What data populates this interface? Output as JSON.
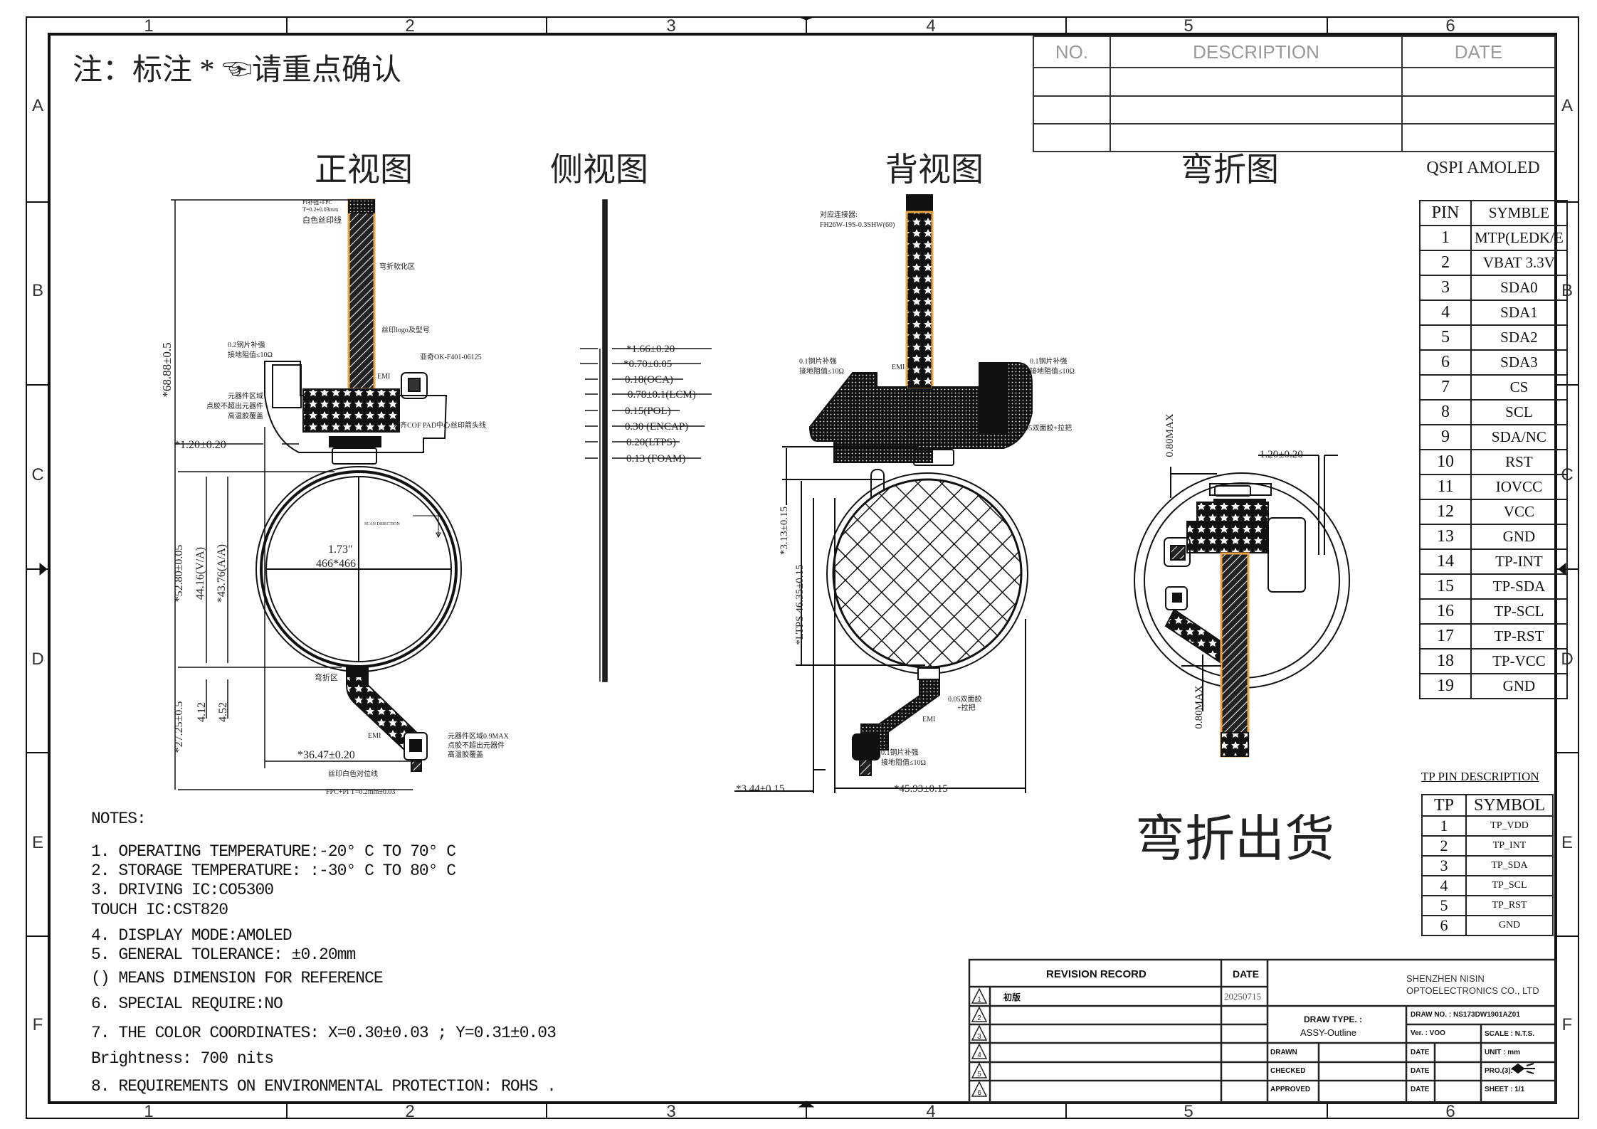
{
  "frame": {
    "columns": [
      "1",
      "2",
      "3",
      "4",
      "5",
      "6"
    ],
    "rows": [
      "A",
      "B",
      "C",
      "D",
      "E",
      "F"
    ]
  },
  "header_note": "注：标注 * ☜请重点确认",
  "revision_table": {
    "headers": [
      "NO.",
      "DESCRIPTION",
      "DATE"
    ]
  },
  "views": {
    "front": "正视图",
    "side": "侧视图",
    "back": "背视图",
    "bent": "弯折图"
  },
  "front_labels": {
    "overall_height": "*68.88±0.5",
    "pi_stiffener": "PI补强+FPC",
    "pi_thickness": "T=0.2±0.03mm",
    "white_silk": "白色丝印线",
    "bend_soft": "弯折软化区",
    "silk_logo": "丝印logo及型号",
    "steel_stiffener": "0.2钢片补强",
    "ground_resist": "接地阻值≤10Ω",
    "connector": "亚奇OK-F401-06125",
    "emi_top": "EMI",
    "component_area_1": "元器件区域",
    "component_area_2": "点胶不超出元器件",
    "component_area_3": "高温胶覆盖",
    "cof_align": "对齐COF PAD中心丝印箭头线",
    "offset": "*1.20±0.20",
    "scan_direction": "SCAN DIRECTION",
    "diagonal": "1.73″",
    "resolution": "466*466",
    "outline_height": "*52.80±0.05",
    "va": "44.16(V/A)",
    "aa": "*43.76(A/A)",
    "bend_zone": "弯折区",
    "tail_height": "*27.25±0.5",
    "dim_412": "4.12",
    "dim_452": "4.52",
    "emi_bottom": "EMI",
    "tp_component_1": "元器件区域0.9MAX",
    "tp_component_2": "点胶不超出元器件",
    "tp_component_3": "高温胶覆盖",
    "width": "*36.47±0.20",
    "align_line": "丝印白色对位线",
    "fpc_pi": "FPC+PI T=0.2mm±0.03"
  },
  "side_labels": [
    "*1.66±0.20",
    "*0.70±0.05",
    "0.18(OCA)",
    "0.78±0.1(LCM)",
    "0.15(POL)",
    "0.30 (ENCAP)",
    "0.20(LTPS)",
    "0.13 (FOAM)"
  ],
  "back_labels": {
    "mating_connector": "对应连接器:",
    "mating_part": "FH26W-19S-0.3SHW(60)",
    "left_stiffener": "0.1钢片补强",
    "left_resist": "接地阻值≤10Ω",
    "right_stiffener": "0.1钢片补强",
    "right_resist": "接地阻值≤10Ω",
    "emi": "EMI",
    "tape_top": "0.05双面胶+拉把",
    "dim_313": "*3.13±0.15",
    "ltps": "*LTPS 46.35±0.15",
    "tape_bottom_1": "0.05双面胶",
    "tape_bottom_2": "+拉把",
    "emi_bottom": "EMI",
    "tp_stiffener": "0.1钢片补强",
    "tp_resist": "接地阻值≤10Ω",
    "dim_344": "*3.44±0.15",
    "dim_4593": "*45.93±0.15"
  },
  "bent_labels": {
    "max_top": "0.80MAX",
    "max_bottom": "0.80MAX",
    "offset": "1.20±0.20"
  },
  "product_type": "QSPI AMOLED",
  "pin_table": {
    "headers": [
      "PIN",
      "SYMBLE"
    ],
    "rows": [
      [
        "1",
        "MTP(LEDK/E"
      ],
      [
        "2",
        "VBAT 3.3V"
      ],
      [
        "3",
        "SDA0"
      ],
      [
        "4",
        "SDA1"
      ],
      [
        "5",
        "SDA2"
      ],
      [
        "6",
        "SDA3"
      ],
      [
        "7",
        "CS"
      ],
      [
        "8",
        "SCL"
      ],
      [
        "9",
        "SDA/NC"
      ],
      [
        "10",
        "RST"
      ],
      [
        "11",
        "IOVCC"
      ],
      [
        "12",
        "VCC"
      ],
      [
        "13",
        "GND"
      ],
      [
        "14",
        "TP-INT"
      ],
      [
        "15",
        "TP-SDA"
      ],
      [
        "16",
        "TP-SCL"
      ],
      [
        "17",
        "TP-RST"
      ],
      [
        "18",
        "TP-VCC"
      ],
      [
        "19",
        "GND"
      ]
    ]
  },
  "tp_table": {
    "title": "TP PIN DESCRIPTION",
    "headers": [
      "TP",
      "SYMBOL"
    ],
    "rows": [
      [
        "1",
        "TP_VDD"
      ],
      [
        "2",
        "TP_INT"
      ],
      [
        "3",
        "TP_SDA"
      ],
      [
        "4",
        "TP_SCL"
      ],
      [
        "5",
        "TP_RST"
      ],
      [
        "6",
        "GND"
      ]
    ]
  },
  "shipping_note": "弯折出货",
  "notes": {
    "title": "NOTES:",
    "lines": [
      "1. OPERATING TEMPERATURE:-20° C TO 70° C",
      "2. STORAGE TEMPERATURE: :-30° C TO 80° C",
      "3. DRIVING IC:CO5300",
      "     TOUCH IC:CST820",
      "4. DISPLAY MODE:AMOLED",
      "5. GENERAL TOLERANCE: ±0.20mm",
      "   () MEANS DIMENSION FOR REFERENCE",
      "6. SPECIAL REQUIRE:NO",
      "7. THE COLOR COORDINATES: X=0.30±0.03 ; Y=0.31±0.03",
      "   Brightness: 700 nits",
      "8. REQUIREMENTS ON ENVIRONMENTAL PROTECTION: ROHS ."
    ]
  },
  "title_block": {
    "revision_record": "REVISION RECORD",
    "date_header": "DATE",
    "revisions": [
      {
        "no": "1",
        "desc": "初版",
        "date": "20250715"
      },
      {
        "no": "2",
        "desc": "",
        "date": ""
      },
      {
        "no": "3",
        "desc": "",
        "date": ""
      },
      {
        "no": "4",
        "desc": "",
        "date": ""
      },
      {
        "no": "5",
        "desc": "",
        "date": ""
      },
      {
        "no": "6",
        "desc": "",
        "date": ""
      }
    ],
    "company_1": "SHENZHEN NISIN",
    "company_2": "OPTOELECTRONICS CO., LTD",
    "draw_type_label": "DRAW TYPE. :",
    "draw_type": "ASSY-Outline",
    "draw_no": "DRAW NO. : NS173DW1901AZ01",
    "ver": "Ver. :  VOO",
    "scale": "SCALE : N.T.S.",
    "drawn": "DRAWN",
    "checked": "CHECKED",
    "approved": "APPROVED",
    "date": "DATE",
    "unit": "UNIT : mm",
    "projection": "PRO.(3):",
    "sheet": "SHEET :  1/1"
  }
}
